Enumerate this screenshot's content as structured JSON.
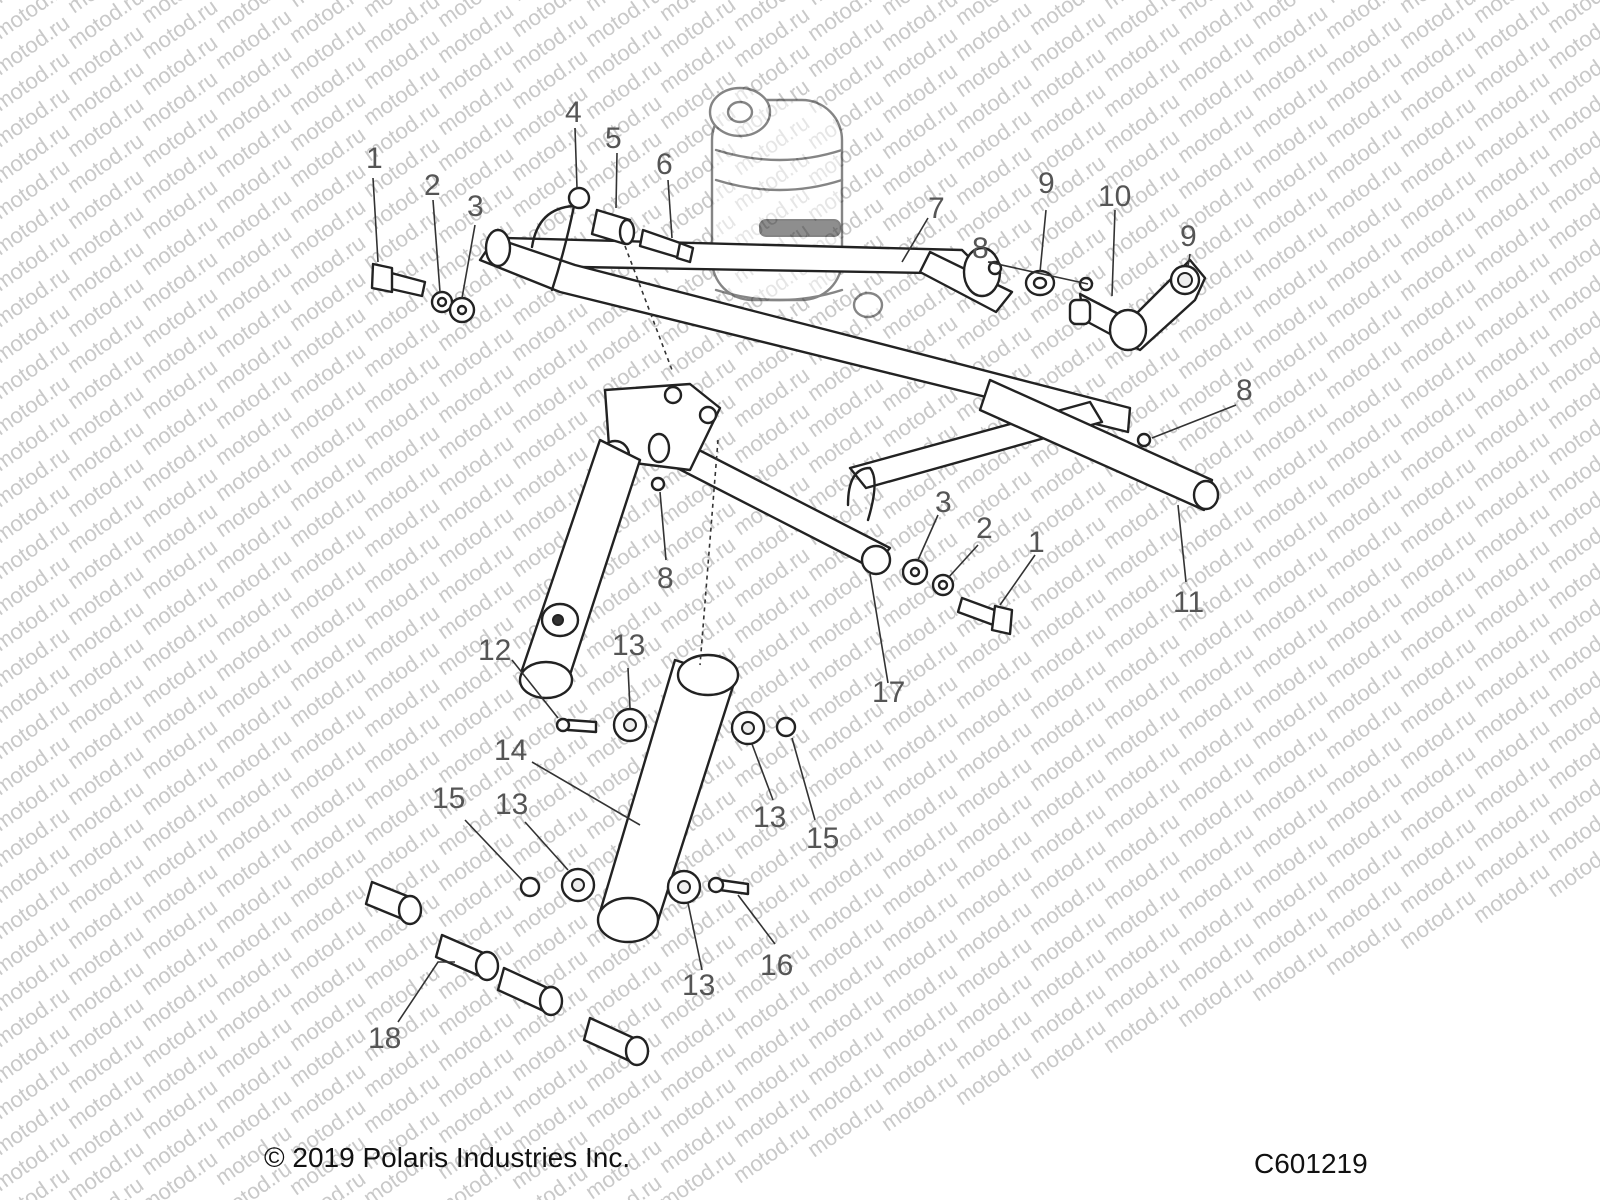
{
  "watermark": "motod.ru",
  "copyright": "© 2019 Polaris Industries Inc.",
  "figure_code": "C601219",
  "callouts": [
    "1",
    "2",
    "3",
    "4",
    "5",
    "6",
    "7",
    "8",
    "9",
    "10",
    "9",
    "8",
    "8",
    "3",
    "2",
    "1",
    "8",
    "11",
    "17",
    "12",
    "13",
    "13",
    "14",
    "15",
    "13",
    "15",
    "13",
    "16",
    "13",
    "18"
  ]
}
